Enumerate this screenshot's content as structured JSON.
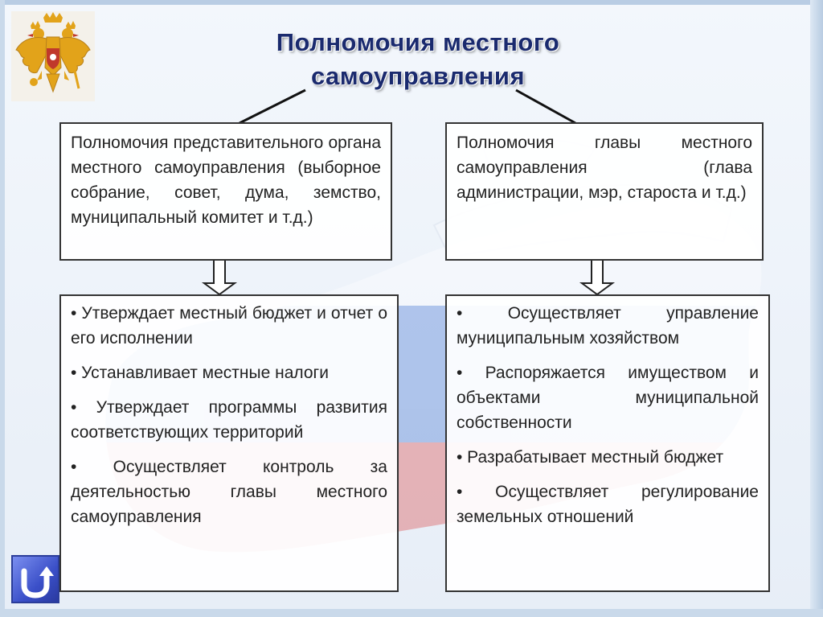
{
  "title": {
    "line1": "Полномочия местного",
    "line2": "самоуправления"
  },
  "left": {
    "header": "Полномочия представительного органа местного самоуправления (выборное собрание, совет, дума, земство, муниципальный комитет и т.д.)",
    "items": [
      "• Утверждает местный бюджет и отчет о его исполнении",
      "• Устанавливает местные налоги",
      "• Утверждает программы развития соответствующих территорий",
      "• Осуществляет контроль за деятельностью главы местного самоуправления"
    ]
  },
  "right": {
    "header": "Полномочия главы местного самоуправления (глава администрации, мэр, староста и т.д.)",
    "items": [
      "• Осуществляет управление муниципальным хозяйством",
      "• Распоряжается имуществом и объектами муниципальной собственности",
      "• Разрабатывает местный бюджет",
      "• Осуществляет регулирование земельных отношений"
    ]
  },
  "icons": {
    "emblem": "double-headed-eagle-coat-of-arms-icon",
    "nav": "return-arrow-icon"
  },
  "colors": {
    "title": "#1a2a6e",
    "flag_white": "#ffffff",
    "flag_blue": "#3b6fd0",
    "flag_red": "#d94040",
    "nav_button": "#3a4fc8"
  }
}
